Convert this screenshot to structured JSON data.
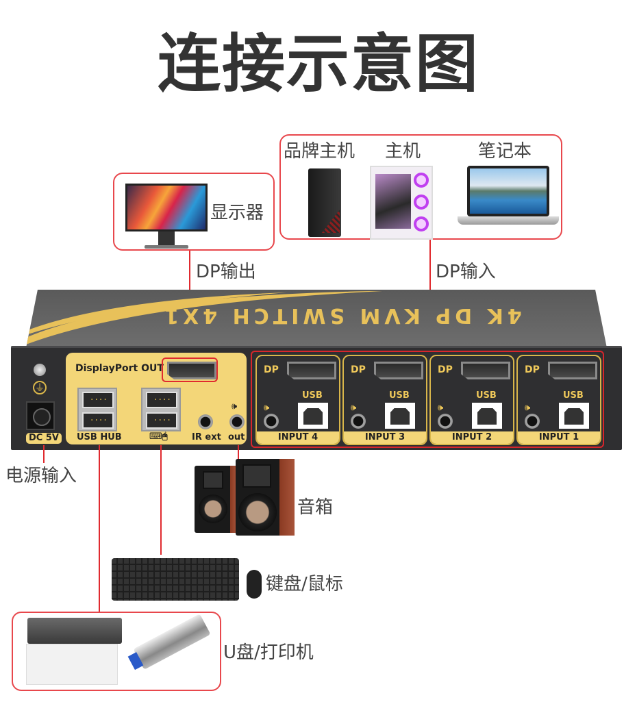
{
  "title": "连接示意图",
  "colors": {
    "connector_red": "#e02a2f",
    "box_border_red": "#e8474c",
    "device_gold": "#f3d678",
    "device_body": "#2f2f31",
    "text": "#444444"
  },
  "monitor": {
    "label": "显示器",
    "connection_label": "DP输出"
  },
  "sources": {
    "items": [
      {
        "label": "品牌主机",
        "icon": "brand-desktop-pc-icon"
      },
      {
        "label": "主机",
        "icon": "gaming-pc-icon"
      },
      {
        "label": "笔记本",
        "icon": "laptop-icon"
      }
    ],
    "connection_label": "DP输入"
  },
  "kvm": {
    "brand_text": "4K DP KVM SWITCH 4X1",
    "power": {
      "label": "DC 5V"
    },
    "output_panel": {
      "dp_out_label": "DisplayPort OUT",
      "usb_hub_label": "USB HUB",
      "kbm_label": "⌨🖱",
      "ir_label": "IR ext",
      "audio_out_label": "out"
    },
    "inputs": [
      {
        "dp_label": "DP",
        "usb_label": "USB",
        "name": "INPUT 4"
      },
      {
        "dp_label": "DP",
        "usb_label": "USB",
        "name": "INPUT 3"
      },
      {
        "dp_label": "DP",
        "usb_label": "USB",
        "name": "INPUT 2"
      },
      {
        "dp_label": "DP",
        "usb_label": "USB",
        "name": "INPUT 1"
      }
    ]
  },
  "peripherals": {
    "power_label": "电源输入",
    "speaker_label": "音箱",
    "keyboard_mouse_label": "键盘/鼠标",
    "usb_devices_label": "U盘/打印机"
  }
}
